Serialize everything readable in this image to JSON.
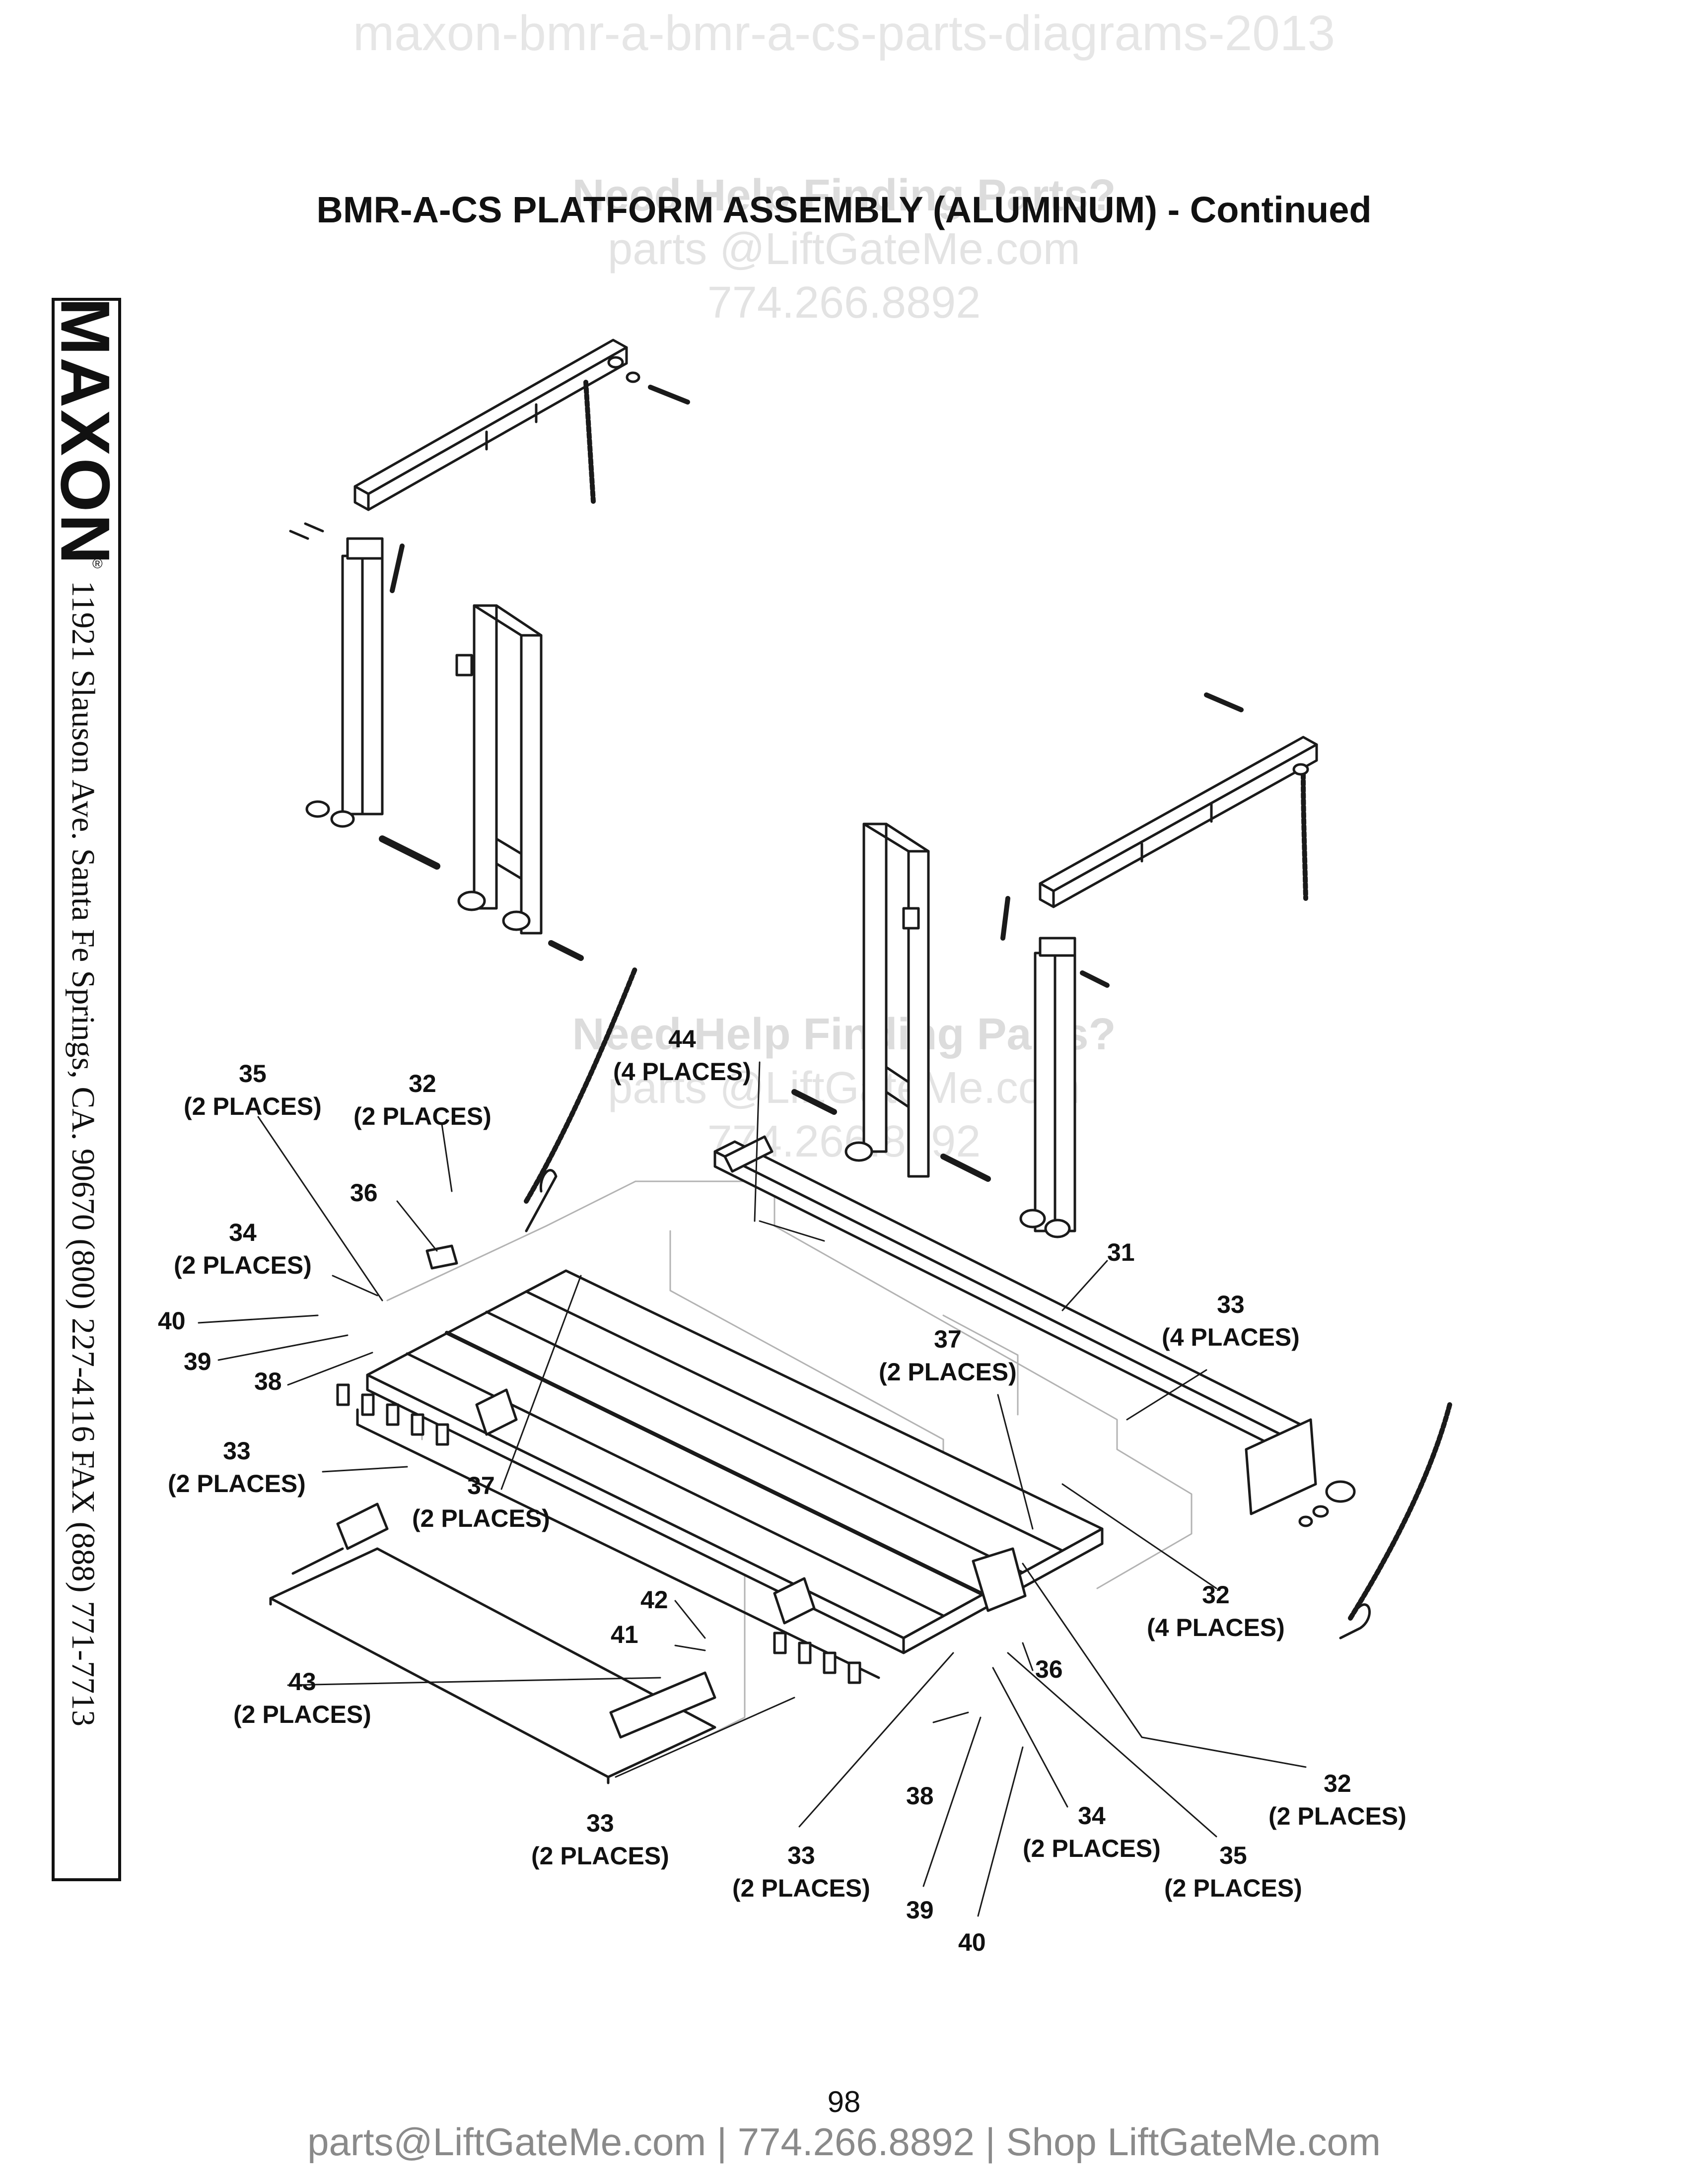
{
  "watermark": {
    "top": "maxon-bmr-a-bmr-a-cs-parts-diagrams-2013",
    "help_heading": "Need Help Finding Parts?",
    "email": "parts @LiftGateMe.com",
    "phone": "774.266.8892"
  },
  "title": "BMR-A-CS PLATFORM ASSEMBLY (ALUMINUM) - Continued",
  "sidebar": {
    "brand": "MAXON",
    "registered": "®",
    "address": "11921 Slauson Ave.  Santa Fe Springs, CA.  90670  (800) 227-4116  FAX (888) 771-7713"
  },
  "callouts": [
    {
      "id": "c44",
      "num": "44",
      "qty": "(4 PLACES)"
    },
    {
      "id": "c35a",
      "num": "35",
      "qty": "(2 PLACES)"
    },
    {
      "id": "c32a",
      "num": "32",
      "qty": "(2 PLACES)"
    },
    {
      "id": "c36a",
      "num": "36",
      "qty": ""
    },
    {
      "id": "c34a",
      "num": "34",
      "qty": "(2 PLACES)"
    },
    {
      "id": "c40a",
      "num": "40",
      "qty": ""
    },
    {
      "id": "c39a",
      "num": "39",
      "qty": ""
    },
    {
      "id": "c38a",
      "num": "38",
      "qty": ""
    },
    {
      "id": "c31",
      "num": "31",
      "qty": ""
    },
    {
      "id": "c33a",
      "num": "33",
      "qty": "(4 PLACES)"
    },
    {
      "id": "c37a",
      "num": "37",
      "qty": "(2 PLACES)"
    },
    {
      "id": "c33b",
      "num": "33",
      "qty": "(2 PLACES)"
    },
    {
      "id": "c37b",
      "num": "37",
      "qty": "(2 PLACES)"
    },
    {
      "id": "c32b",
      "num": "32",
      "qty": "(4 PLACES)"
    },
    {
      "id": "c42",
      "num": "42",
      "qty": ""
    },
    {
      "id": "c41",
      "num": "41",
      "qty": ""
    },
    {
      "id": "c43",
      "num": "43",
      "qty": "(2 PLACES)"
    },
    {
      "id": "c36b",
      "num": "36",
      "qty": ""
    },
    {
      "id": "c32c",
      "num": "32",
      "qty": "(2 PLACES)"
    },
    {
      "id": "c38b",
      "num": "38",
      "qty": ""
    },
    {
      "id": "c34b",
      "num": "34",
      "qty": "(2 PLACES)"
    },
    {
      "id": "c35b",
      "num": "35",
      "qty": "(2 PLACES)"
    },
    {
      "id": "c33c",
      "num": "33",
      "qty": "(2 PLACES)"
    },
    {
      "id": "c33d",
      "num": "33",
      "qty": "(2 PLACES)"
    },
    {
      "id": "c39b",
      "num": "39",
      "qty": ""
    },
    {
      "id": "c40b",
      "num": "40",
      "qty": ""
    }
  ],
  "page_number": "98",
  "footer": "parts@LiftGateMe.com | 774.266.8892 | Shop LiftGateMe.com"
}
